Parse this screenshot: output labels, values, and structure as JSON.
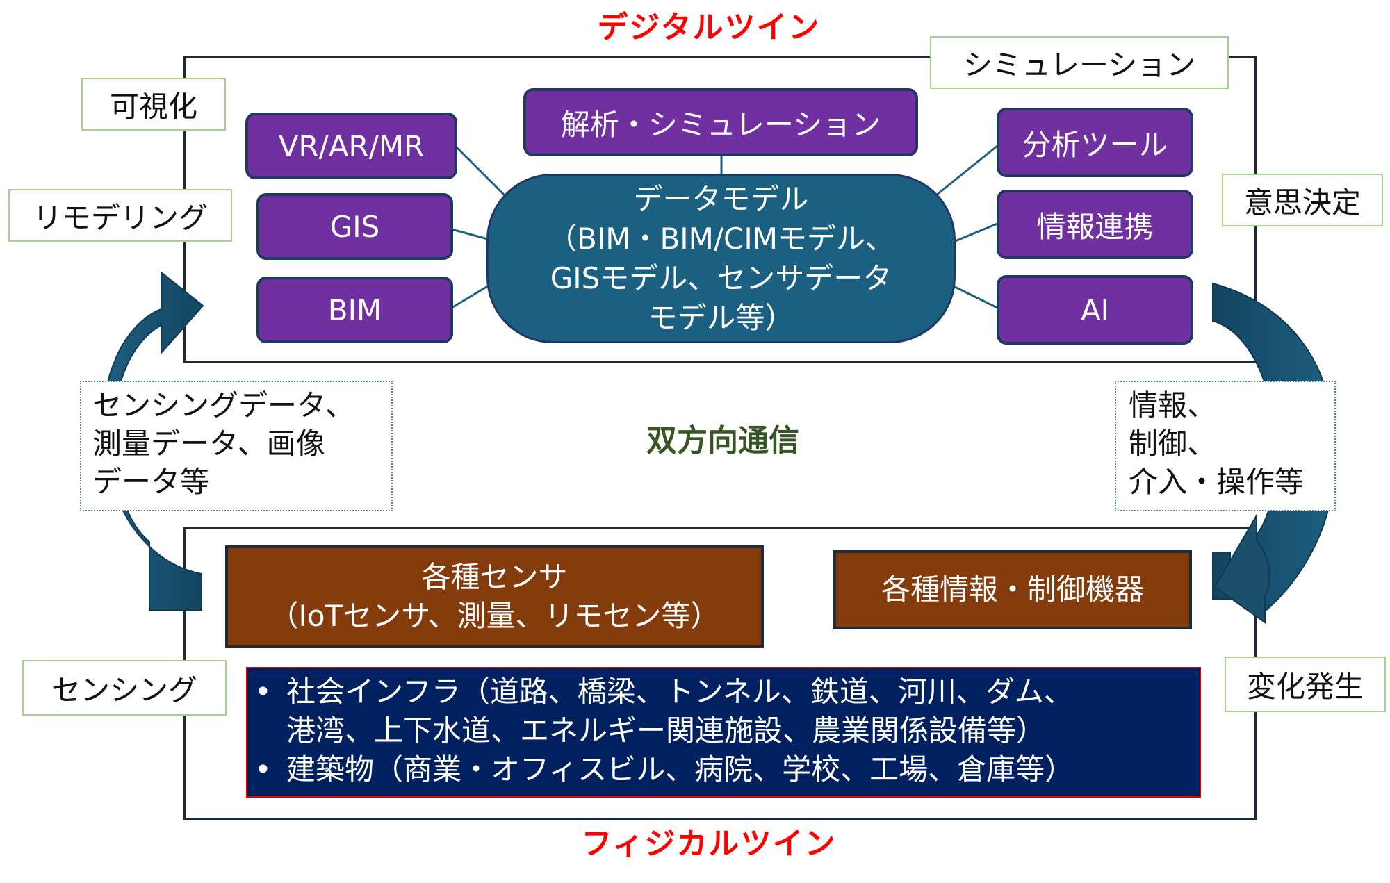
{
  "titles": {
    "digital": "デジタルツイン",
    "physical": "フィジカルツイン",
    "center": "双方向通信"
  },
  "digital": {
    "labels": {
      "visualization": "可視化",
      "remodeling": "リモデリング",
      "simulation": "シミュレーション",
      "decision": "意思決定"
    },
    "left_boxes": [
      "VR/AR/MR",
      "GIS",
      "BIM"
    ],
    "top_box": "解析・シミュレーション",
    "right_boxes": [
      "分析ツール",
      "情報連携",
      "AI"
    ],
    "data_model": {
      "line1": "データモデル",
      "line2": "（BIM・BIM/CIMモデル、",
      "line3": "GISモデル、センサデータ",
      "line4": "モデル等）"
    }
  },
  "flows": {
    "left": {
      "line1": "センシングデータ、",
      "line2": "測量データ、画像",
      "line3": "データ等"
    },
    "right": {
      "line1": "情報、",
      "line2": "制御、",
      "line3": "介入・操作等"
    }
  },
  "physical": {
    "labels": {
      "sensing": "センシング",
      "change": "変化発生"
    },
    "sensors": {
      "line1": "各種センサ",
      "line2": "（IoTセンサ、測量、リモセン等）"
    },
    "devices": "各種情報・制御機器",
    "bullet_symbol": "•",
    "infra": {
      "item1_line1": "社会インフラ（道路、橋梁、トンネル、鉄道、河川、ダム、",
      "item1_line2": "港湾、上下水道、エネルギー関連施設、農業関係設備等）",
      "item2": "建築物（商業・オフィスビル、病院、学校、工場、倉庫等）"
    }
  },
  "colors": {
    "purple": "#7030a0",
    "teal": "#1b6080",
    "brown": "#843c0c",
    "navy": "#002060",
    "title_red": "#ff0000",
    "center_green": "#375623",
    "arrow": "#1b4f6b"
  }
}
